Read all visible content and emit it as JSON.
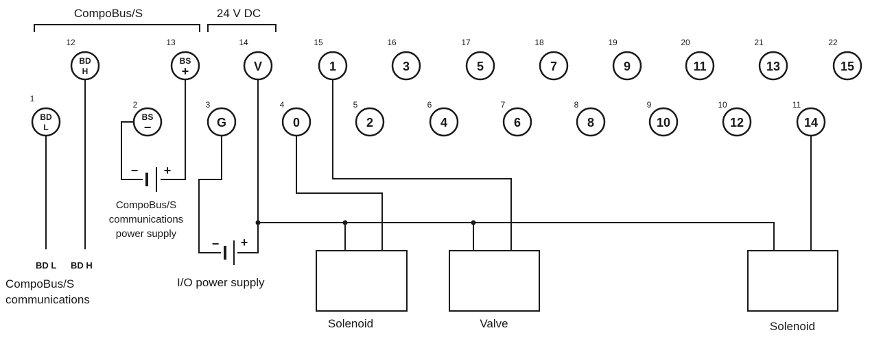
{
  "header": {
    "compobus_label": "CompoBus/S",
    "dc_label": "24 V DC"
  },
  "terminals": [
    {
      "pin": "12",
      "top": "BD",
      "bottom": "H"
    },
    {
      "pin": "13",
      "top": "BS",
      "bottom": "+"
    },
    {
      "pin": "14",
      "label": "V"
    },
    {
      "pin": "15",
      "label": "1"
    },
    {
      "pin": "16",
      "label": "3"
    },
    {
      "pin": "17",
      "label": "5"
    },
    {
      "pin": "18",
      "label": "7"
    },
    {
      "pin": "19",
      "label": "9"
    },
    {
      "pin": "20",
      "label": "11"
    },
    {
      "pin": "21",
      "label": "13"
    },
    {
      "pin": "22",
      "label": "15"
    },
    {
      "pin": "1",
      "top": "BD",
      "bottom": "L"
    },
    {
      "pin": "2",
      "top": "BS",
      "bottom": "−"
    },
    {
      "pin": "3",
      "label": "G"
    },
    {
      "pin": "4",
      "label": "0"
    },
    {
      "pin": "5",
      "label": "2"
    },
    {
      "pin": "6",
      "label": "4"
    },
    {
      "pin": "7",
      "label": "6"
    },
    {
      "pin": "8",
      "label": "8"
    },
    {
      "pin": "9",
      "label": "10"
    },
    {
      "pin": "10",
      "label": "12"
    },
    {
      "pin": "11",
      "label": "14"
    }
  ],
  "supplies": {
    "comm_minus": "−",
    "comm_plus": "+",
    "comm_caption": [
      "CompoBus/S",
      "communications",
      "power supply"
    ],
    "io_minus": "−",
    "io_plus": "+",
    "io_caption": "I/O power supply"
  },
  "comm_lines": {
    "bdl": "BD L",
    "bdh": "BD H",
    "caption": [
      "CompoBus/S",
      "communications"
    ]
  },
  "devices": [
    {
      "label": "Solenoid"
    },
    {
      "label": "Valve"
    },
    {
      "label": "Solenoid"
    }
  ]
}
